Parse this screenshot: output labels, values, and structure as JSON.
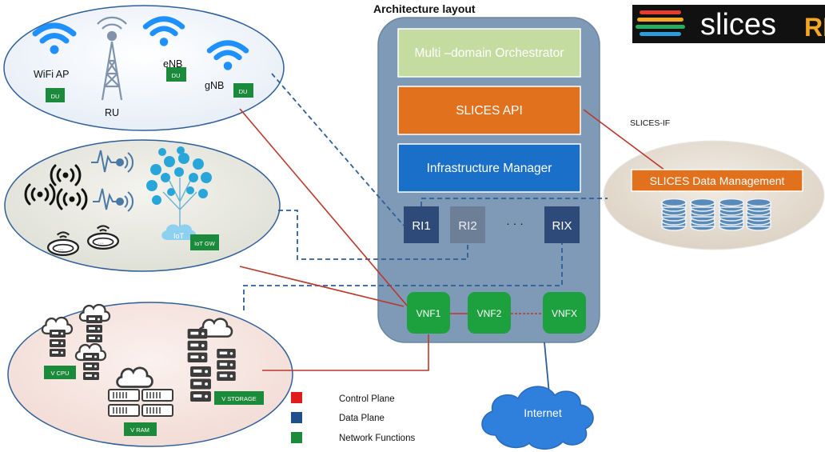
{
  "title": "Architecture layout",
  "logo": {
    "text": "slices",
    "suffix": "RI",
    "stripe_colors": [
      "#e63b2e",
      "#f5a623",
      "#27ae60",
      "#2d9cdb"
    ]
  },
  "colors": {
    "control_plane": "#e01b1b",
    "data_plane": "#1f4e8c",
    "network_functions": "#1b8a3a",
    "orchestrator_fill": "#c5dca0",
    "api_fill": "#e2711d",
    "infra_fill": "#1a70c8",
    "panel_fill": "#7f9ab7",
    "ri_fill": "#2e4a78",
    "vnf_fill": "#1da13f",
    "link_red": "#b8392a",
    "link_blue": "#2f5f99",
    "internet_fill": "#2f7fdc"
  },
  "panel": {
    "orchestrator": "Multi –domain Orchestrator",
    "api": "SLICES API",
    "infra": "Infrastructure  Manager",
    "ri": [
      "RI1",
      "RI2",
      "RIX"
    ],
    "ellipsis": "·  ·  ·",
    "vnf": [
      "VNF1",
      "VNF2",
      "VNFX"
    ]
  },
  "wireless_domain": {
    "wifi_ap": "WiFi AP",
    "enb": "eNB",
    "gnb": "gNB",
    "ru": "RU",
    "du": "DU"
  },
  "iot_domain": {
    "iot": "IoT",
    "iot_gw": "IoT GW"
  },
  "compute_domain": {
    "vcpu": "V CPU",
    "vram": "V RAM",
    "vstorage": "V STORAGE"
  },
  "slices_if": "SLICES-IF",
  "data_management": "SLICES Data Management",
  "internet": "Internet",
  "legend": [
    {
      "label": "Control Plane",
      "color": "#e01b1b"
    },
    {
      "label": "Data Plane",
      "color": "#1f4e8c"
    },
    {
      "label": "Network Functions",
      "color": "#1b8a3a"
    }
  ]
}
